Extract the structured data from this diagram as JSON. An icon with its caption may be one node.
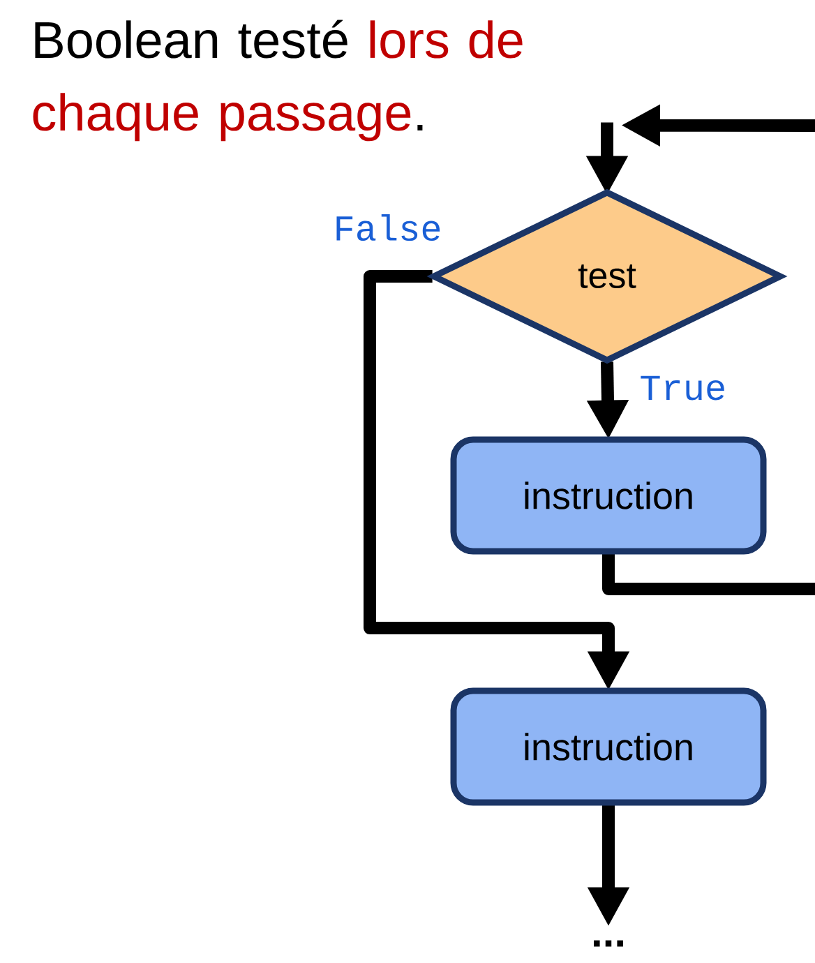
{
  "diagram": {
    "title": "Boolean testé **lors de chaque passage**.",
    "nodes": [
      {
        "text": [
          "test"
        ]
      },
      {
        "text": [
          "instruction"
        ]
      },
      {
        "text": [
          "instruction"
        ]
      },
      {
        "text": [
          "..."
        ]
      }
    ],
    "edges": [
      {
        "from": null,
        "to": 0,
        "arrow": "to"
      },
      {
        "from": 0,
        "to": 1,
        "arrow": "to",
        "label": "True"
      },
      {
        "from": 0,
        "to": 2,
        "arrow": "to",
        "label": "False"
      },
      {
        "from": 1,
        "to": 0,
        "arrow": "to"
      },
      {
        "from": 2,
        "to": 3,
        "arrow": "to"
      }
    ]
  }
}
